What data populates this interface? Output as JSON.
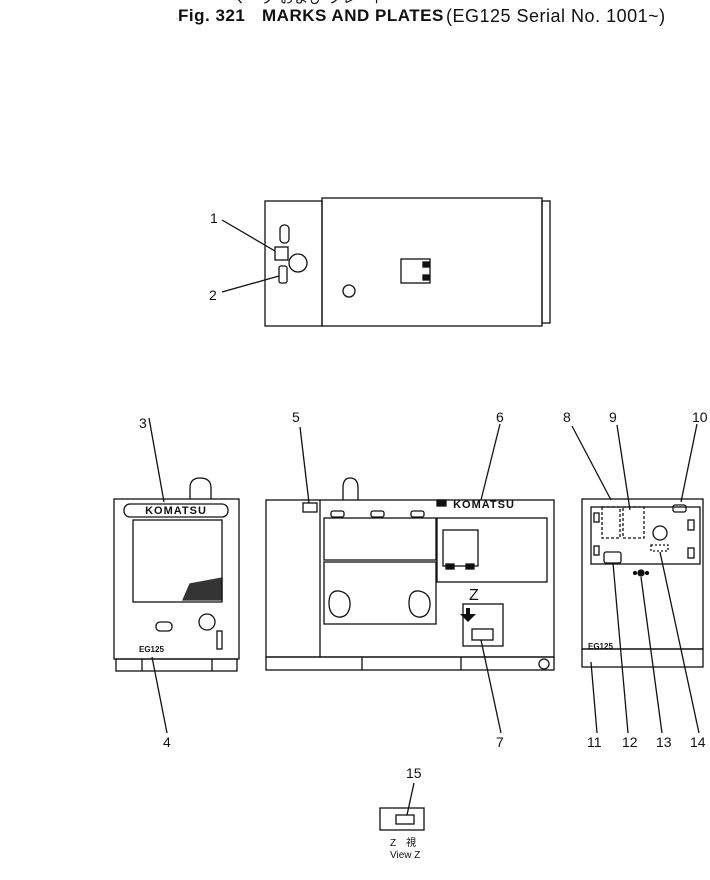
{
  "header": {
    "japanese_caption": "マーク および プレート",
    "figure_number": "Fig. 321",
    "title": "MARKS AND PLATES",
    "applicability": "(EG125 Serial No. 1001~)"
  },
  "callouts": [
    "1",
    "2",
    "3",
    "4",
    "5",
    "6",
    "7",
    "8",
    "9",
    "10",
    "11",
    "12",
    "13",
    "14",
    "15"
  ],
  "plate_texts": {
    "brand_front": "KOMATSU",
    "brand_side": "KOMATSU",
    "model_front": "EG125",
    "model_rear": "EG125",
    "view_arrow": "Z"
  },
  "view_z": {
    "japanese": "Z　視",
    "english": "View Z"
  }
}
